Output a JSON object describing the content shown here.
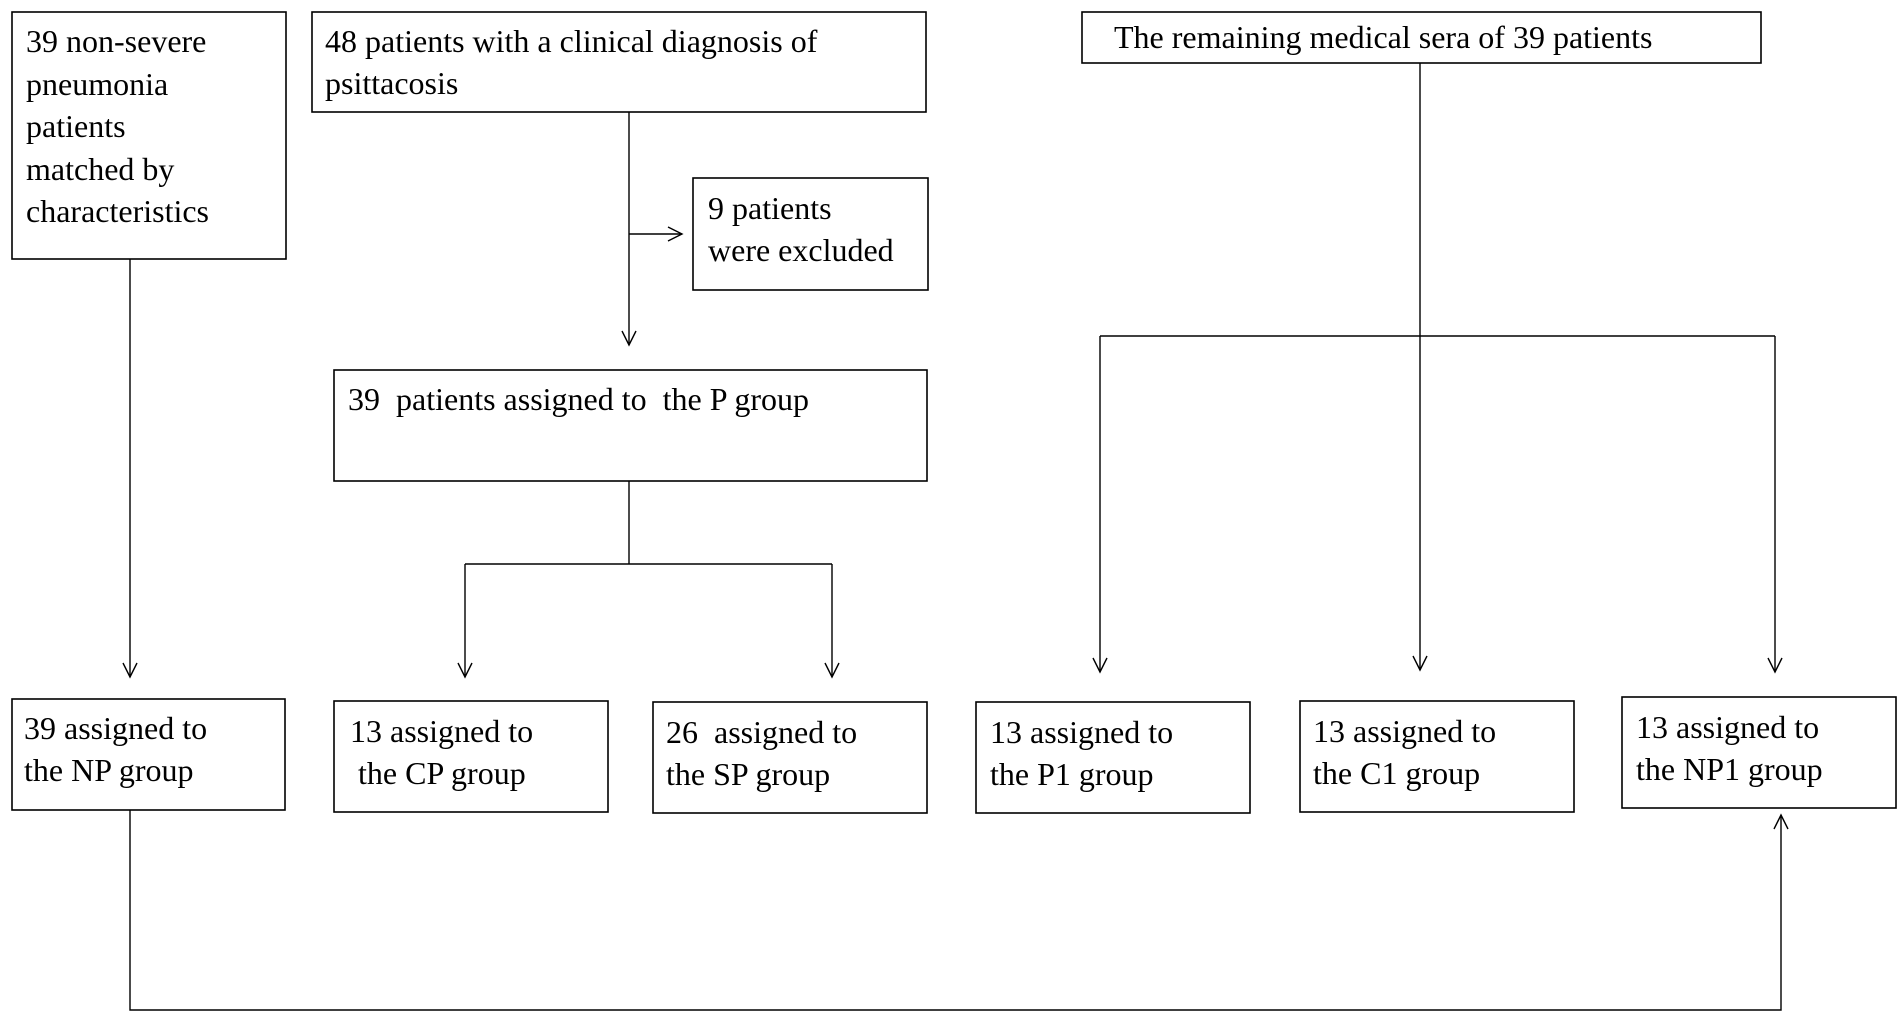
{
  "boxes": [
    {
      "id": "nonsevere",
      "lines": [
        "39 non-severe",
        "pneumonia",
        "patients",
        "matched by",
        "characteristics"
      ]
    },
    {
      "id": "clinical",
      "lines": [
        "48 patients with a clinical diagnosis of",
        "psittacosis"
      ]
    },
    {
      "id": "excluded",
      "lines": [
        "9 patients",
        "were excluded"
      ]
    },
    {
      "id": "pgroup",
      "lines": [
        "39  patients assigned to  the P group"
      ]
    },
    {
      "id": "sera",
      "lines": [
        "The remaining medical sera of 39 patients"
      ]
    },
    {
      "id": "np",
      "lines": [
        "39 assigned to",
        "the NP group"
      ]
    },
    {
      "id": "cp",
      "lines": [
        "13 assigned to",
        " the CP group"
      ]
    },
    {
      "id": "sp",
      "lines": [
        "26  assigned to",
        "the SP group"
      ]
    },
    {
      "id": "p1",
      "lines": [
        "13 assigned to",
        "the P1 group"
      ]
    },
    {
      "id": "c1",
      "lines": [
        "13 assigned to",
        "the C1 group"
      ]
    },
    {
      "id": "np1",
      "lines": [
        "13 assigned to",
        "the NP1 group"
      ]
    }
  ]
}
